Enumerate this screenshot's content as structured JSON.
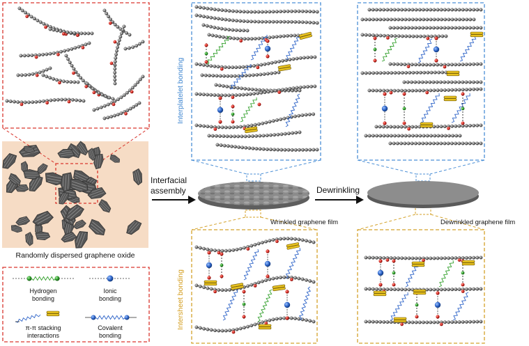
{
  "labels": {
    "randomly_dispersed": "Randomly dispersed graphene oxide",
    "interfacial_line1": "Interfacial",
    "interfacial_line2": "assembly",
    "dewrinkling": "Dewrinkling",
    "wrinkled_film": "Wrinkled graphene film",
    "dewrinkled_film": "Dewrinkled graphene film",
    "interplatelet_bonding": "Interplatelet bonding",
    "intersheet_bonding": "Intersheet bonding"
  },
  "legend": {
    "hydrogen_line1": "Hydrogen",
    "hydrogen_line2": "bonding",
    "ionic_line1": "Ionic",
    "ionic_line2": "bonding",
    "pipi_line1": "π-π stacking",
    "pipi_line2": "interactions",
    "covalent_line1": "Covalent",
    "covalent_line2": "bonding"
  },
  "colors": {
    "red_dash": "#d9362e",
    "blue_dash": "#4b8fd6",
    "gold_dash": "#d4a22a",
    "peach": "#f6dcc5",
    "chain": "#6e6e6e",
    "oxygen": "#d42a22",
    "hydrogen_bond": "#33a02c",
    "ionic": "#2e64c8",
    "pipi": "#e8c220",
    "blue_text": "#3f86d0",
    "gold_text": "#d39c1c"
  }
}
